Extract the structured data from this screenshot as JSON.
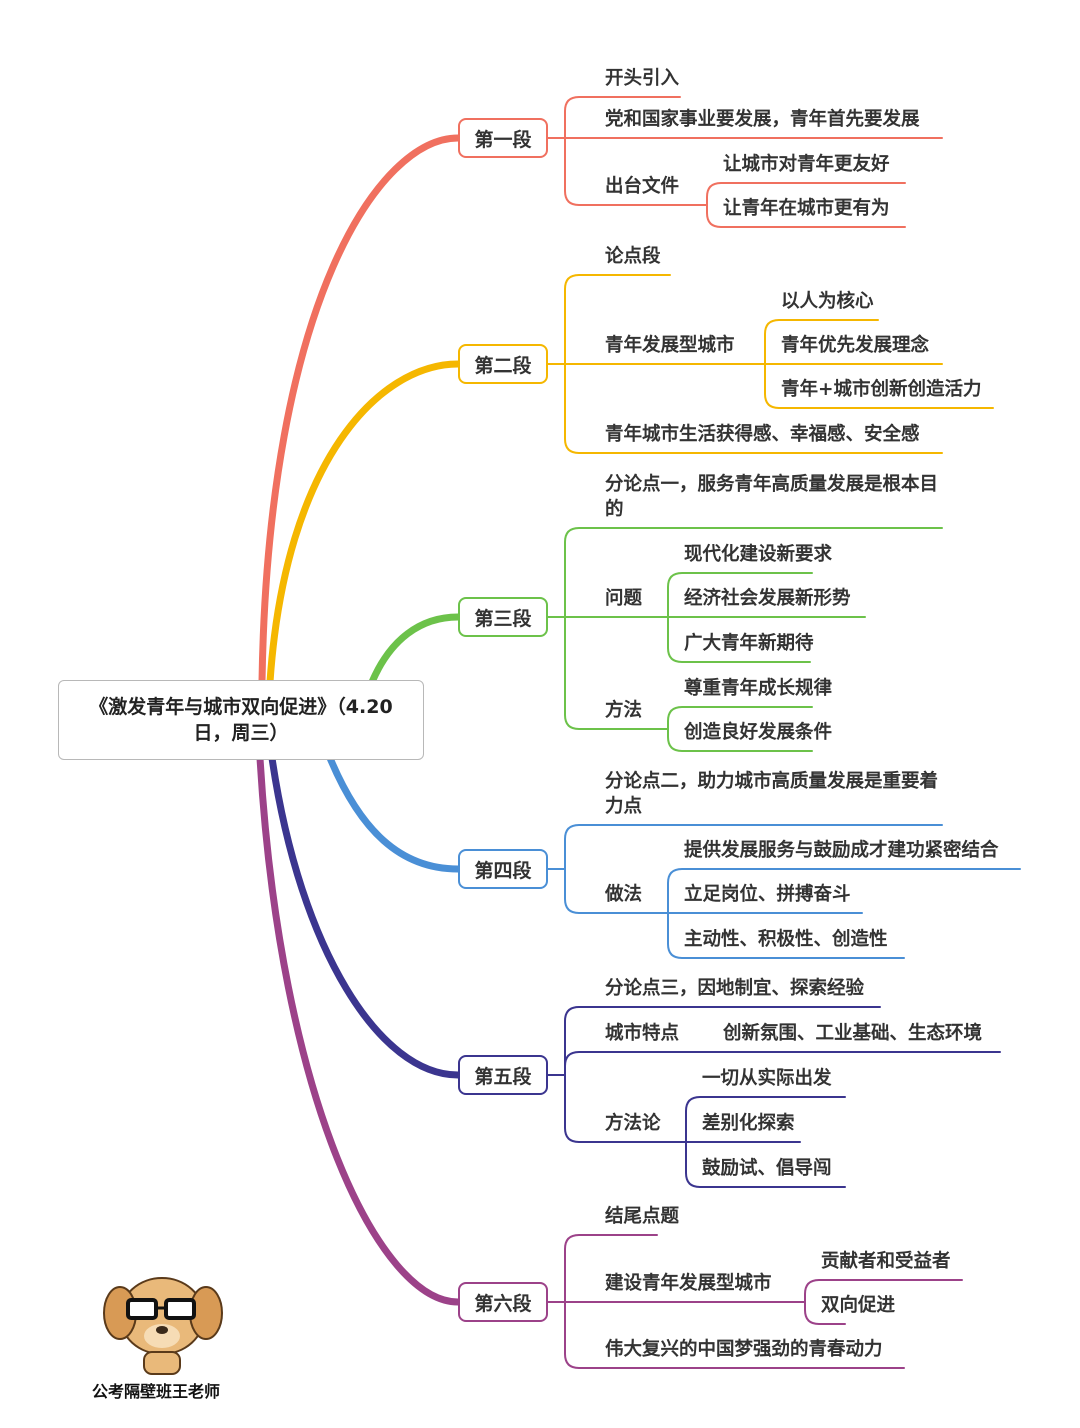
{
  "title": "《激发青年与城市双向促进》（4.20日，周三）",
  "sections": [
    {
      "label": "第一段",
      "color": "#f0705f",
      "children": [
        {
          "label": "开头引入"
        },
        {
          "label": "党和国家事业要发展，青年首先要发展"
        },
        {
          "label": "出台文件",
          "children": [
            {
              "label": "让城市对青年更友好"
            },
            {
              "label": "让青年在城市更有为"
            }
          ]
        }
      ]
    },
    {
      "label": "第二段",
      "color": "#f5b700",
      "children": [
        {
          "label": "论点段"
        },
        {
          "label": "青年发展型城市",
          "children": [
            {
              "label": "以人为核心"
            },
            {
              "label": "青年优先发展理念"
            },
            {
              "label": "青年+城市创新创造活力"
            }
          ]
        },
        {
          "label": "青年城市生活获得感、幸福感、安全感"
        }
      ]
    },
    {
      "label": "第三段",
      "color": "#6cc24a",
      "children": [
        {
          "label": "分论点一，服务青年高质量发展是根本目的"
        },
        {
          "label": "问题",
          "children": [
            {
              "label": "现代化建设新要求"
            },
            {
              "label": "经济社会发展新形势"
            },
            {
              "label": "广大青年新期待"
            }
          ]
        },
        {
          "label": "方法",
          "children": [
            {
              "label": "尊重青年成长规律"
            },
            {
              "label": "创造良好发展条件"
            }
          ]
        }
      ]
    },
    {
      "label": "第四段",
      "color": "#4a8fd6",
      "children": [
        {
          "label": "分论点二，助力城市高质量发展是重要着力点"
        },
        {
          "label": "做法",
          "children": [
            {
              "label": "提供发展服务与鼓励成才建功紧密结合"
            },
            {
              "label": "立足岗位、拼搏奋斗"
            },
            {
              "label": "主动性、积极性、创造性"
            }
          ]
        }
      ]
    },
    {
      "label": "第五段",
      "color": "#3b358f",
      "children": [
        {
          "label": "分论点三，因地制宜、探索经验"
        },
        {
          "label": "城市特点",
          "detail": "创新氛围、工业基础、生态环境"
        },
        {
          "label": "方法论",
          "children": [
            {
              "label": "一切从实际出发"
            },
            {
              "label": "差别化探索"
            },
            {
              "label": "鼓励试、倡导闯"
            }
          ]
        }
      ]
    },
    {
      "label": "第六段",
      "color": "#9c4289",
      "children": [
        {
          "label": "结尾点题"
        },
        {
          "label": "建设青年发展型城市",
          "children": [
            {
              "label": "贡献者和受益者"
            },
            {
              "label": "双向促进"
            }
          ]
        },
        {
          "label": "伟大复兴的中国梦强劲的青春动力"
        }
      ]
    }
  ],
  "watermark": "公考隔壁班王老师"
}
